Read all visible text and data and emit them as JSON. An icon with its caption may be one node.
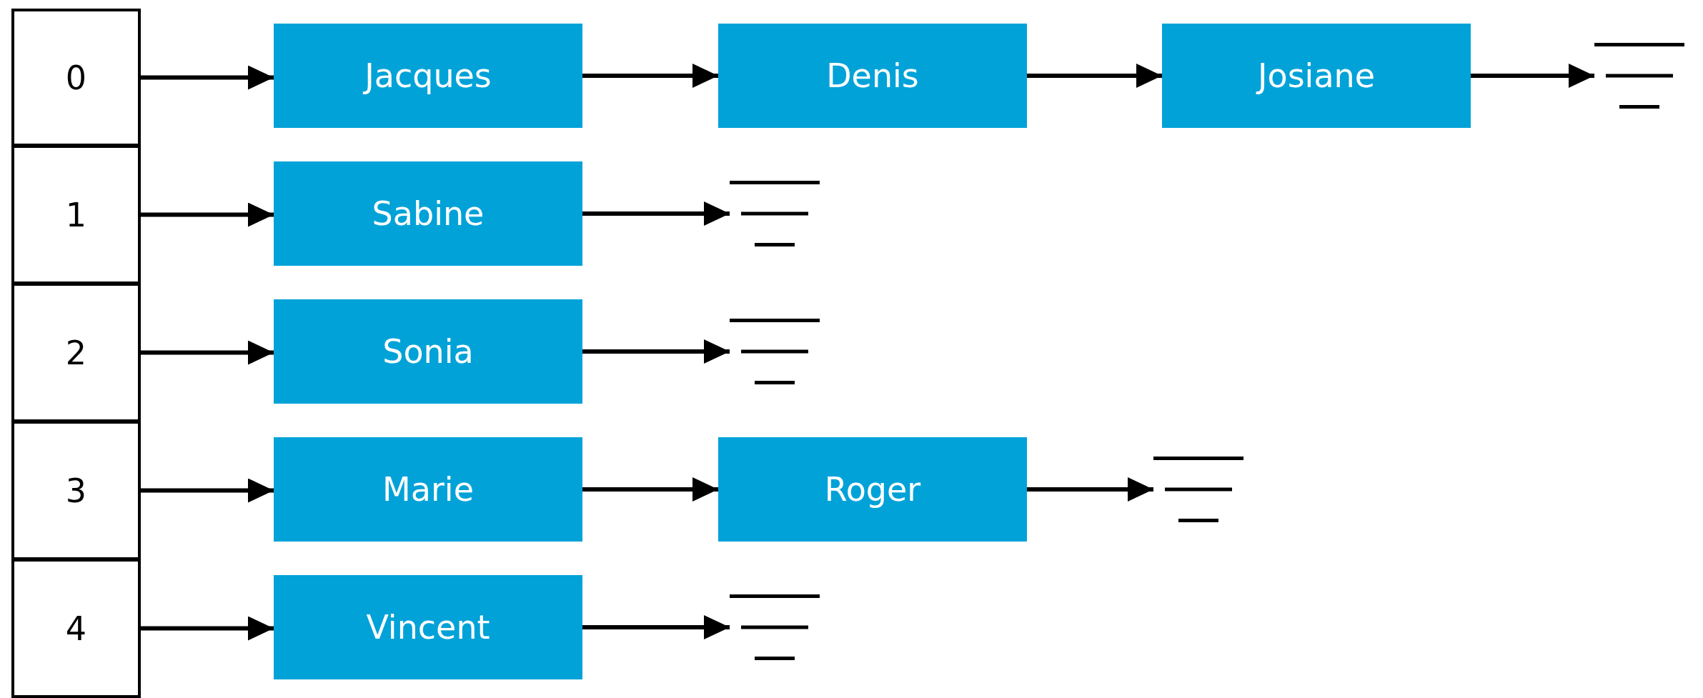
{
  "diagram": {
    "nodes": [
      {
        "text": [
          "0"
        ]
      },
      {
        "text": [
          "Jacques"
        ]
      },
      {
        "text": [
          "Denis"
        ]
      },
      {
        "text": [
          "Josiane"
        ]
      },
      {
        "text": [],
        "shape": "ground"
      },
      {
        "text": [
          "1"
        ]
      },
      {
        "text": [
          "Sabine"
        ]
      },
      {
        "text": [],
        "shape": "ground"
      },
      {
        "text": [
          "2"
        ]
      },
      {
        "text": [
          "Sonia"
        ]
      },
      {
        "text": [],
        "shape": "ground"
      },
      {
        "text": [
          "3"
        ]
      },
      {
        "text": [
          "Marie"
        ]
      },
      {
        "text": [
          "Roger"
        ]
      },
      {
        "text": [],
        "shape": "ground"
      },
      {
        "text": [
          "4"
        ]
      },
      {
        "text": [
          "Vincent"
        ]
      },
      {
        "text": [],
        "shape": "ground"
      }
    ],
    "edges": [
      {
        "from": 0,
        "to": 1,
        "arrow": "to"
      },
      {
        "from": 1,
        "to": 2,
        "arrow": "to"
      },
      {
        "from": 2,
        "to": 3,
        "arrow": "to"
      },
      {
        "from": 3,
        "to": 4,
        "arrow": "to"
      },
      {
        "from": 5,
        "to": 6,
        "arrow": "to"
      },
      {
        "from": 6,
        "to": 7,
        "arrow": "to"
      },
      {
        "from": 8,
        "to": 9,
        "arrow": "to"
      },
      {
        "from": 9,
        "to": 10,
        "arrow": "to"
      },
      {
        "from": 11,
        "to": 12,
        "arrow": "to"
      },
      {
        "from": 12,
        "to": 13,
        "arrow": "to"
      },
      {
        "from": 13,
        "to": 14,
        "arrow": "to"
      },
      {
        "from": 15,
        "to": 16,
        "arrow": "to"
      },
      {
        "from": 16,
        "to": 17,
        "arrow": "to"
      }
    ]
  }
}
